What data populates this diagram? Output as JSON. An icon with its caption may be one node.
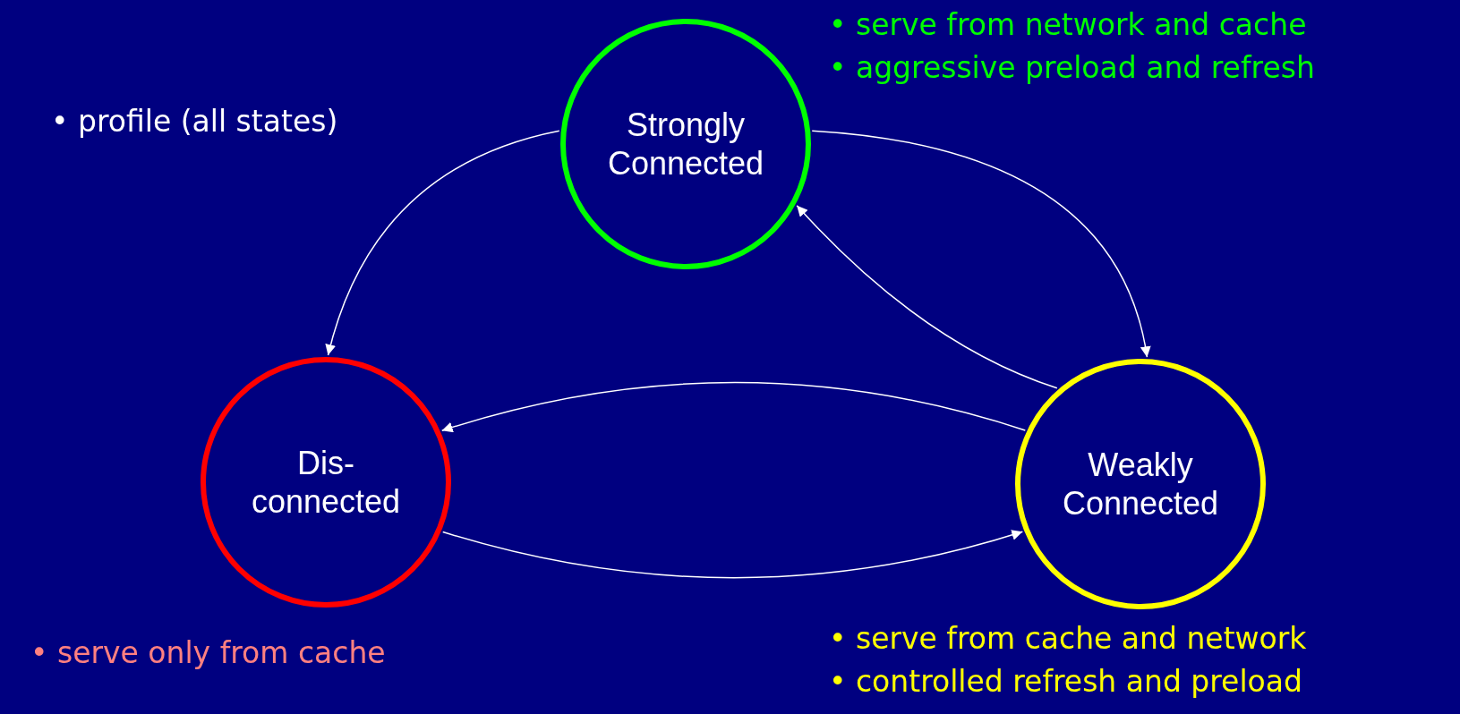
{
  "diagram": {
    "nodes": [
      {
        "text": [
          "Strongly Connected"
        ],
        "beside": [
          "• serve from network and cache",
          "• aggressive preload and refresh"
        ]
      },
      {
        "text": [
          "Dis- connected"
        ],
        "beside": [
          "• serve only from cache"
        ]
      },
      {
        "text": [
          "Weakly Connected"
        ],
        "beside": [
          "• serve from cache and network",
          "• controlled refresh and preload"
        ]
      }
    ],
    "edges": [
      {
        "from": 0,
        "to": 1,
        "arrow": "to"
      },
      {
        "from": 0,
        "to": 2,
        "arrow": "to"
      },
      {
        "from": 2,
        "to": 0,
        "arrow": "to"
      },
      {
        "from": 2,
        "to": 1,
        "arrow": "to"
      },
      {
        "from": 1,
        "to": 2,
        "arrow": "to"
      }
    ],
    "labels": [
      "• profile (all states)"
    ]
  }
}
